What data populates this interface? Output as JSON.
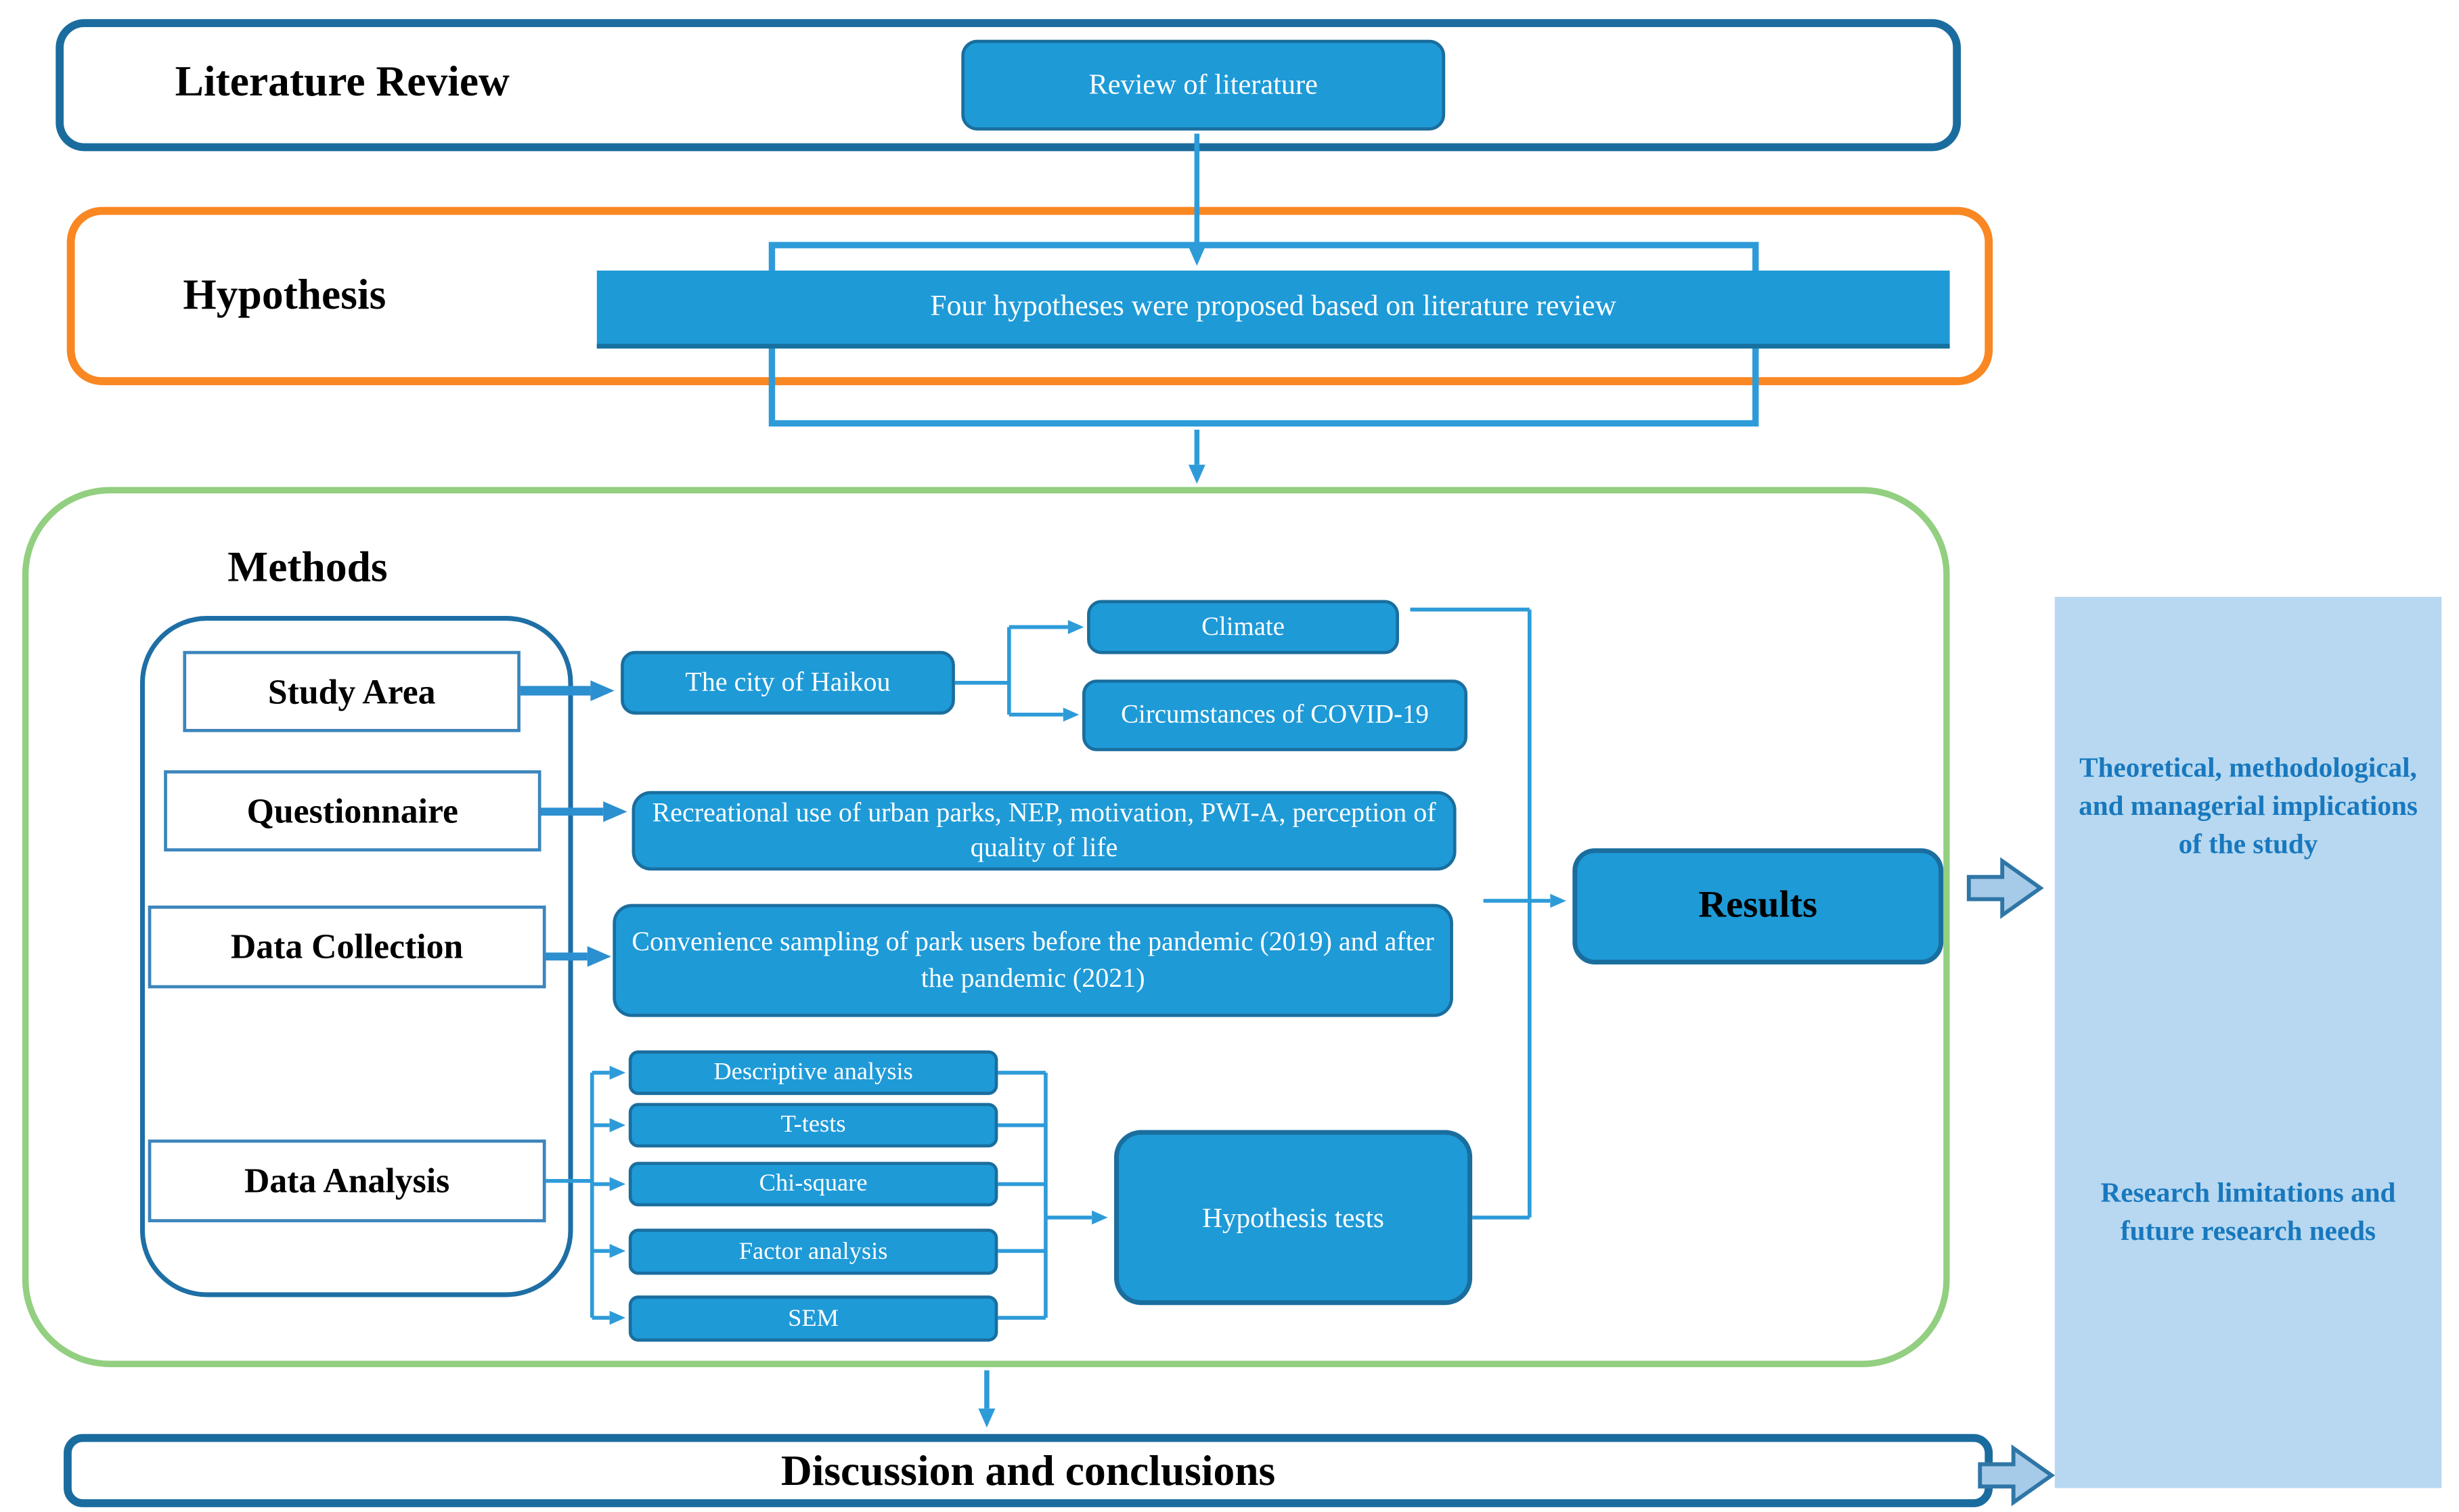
{
  "colors": {
    "node_fill": "#1E9AD7",
    "node_border": "#1A6E9E",
    "container_border": "#1B6C9E",
    "hypothesis_border": "#F98722",
    "methods_border": "#92CF80",
    "panel_bg": "#B7D8F0",
    "panel_text": "#1878BE",
    "connector": "#2E9BD9",
    "thick_arrow": "#2B8FD0",
    "block_arrow_fill": "#A6CBE9",
    "block_arrow_border": "#2F76A6"
  },
  "literature": {
    "title": "Literature Review",
    "node": "Review of literature"
  },
  "hypothesis": {
    "title": "Hypothesis",
    "node": "Four hypotheses were proposed based on literature review"
  },
  "methods": {
    "title": "Methods",
    "labels": {
      "study_area": "Study Area",
      "questionnaire": "Questionnaire",
      "data_collection": "Data Collection",
      "data_analysis": "Data Analysis"
    },
    "study_area_flow": {
      "haikou": "The city of Haikou",
      "climate": "Climate",
      "covid": "Circumstances of COVID-19"
    },
    "questionnaire_content": "Recreational use of urban parks, NEP, motivation, PWI-A, perception of quality of life",
    "data_collection_content": "Convenience sampling of park users before the pandemic (2019) and after the pandemic (2021)",
    "analysis_methods": [
      "Descriptive analysis",
      "T-tests",
      "Chi-square",
      "Factor analysis",
      "SEM"
    ],
    "hypothesis_tests": "Hypothesis tests",
    "results": "Results"
  },
  "outcomes": {
    "implications": "Theoretical, methodological, and managerial implications of the study",
    "limitations": "Research limitations and future research needs"
  },
  "discussion": {
    "title": "Discussion and conclusions"
  }
}
